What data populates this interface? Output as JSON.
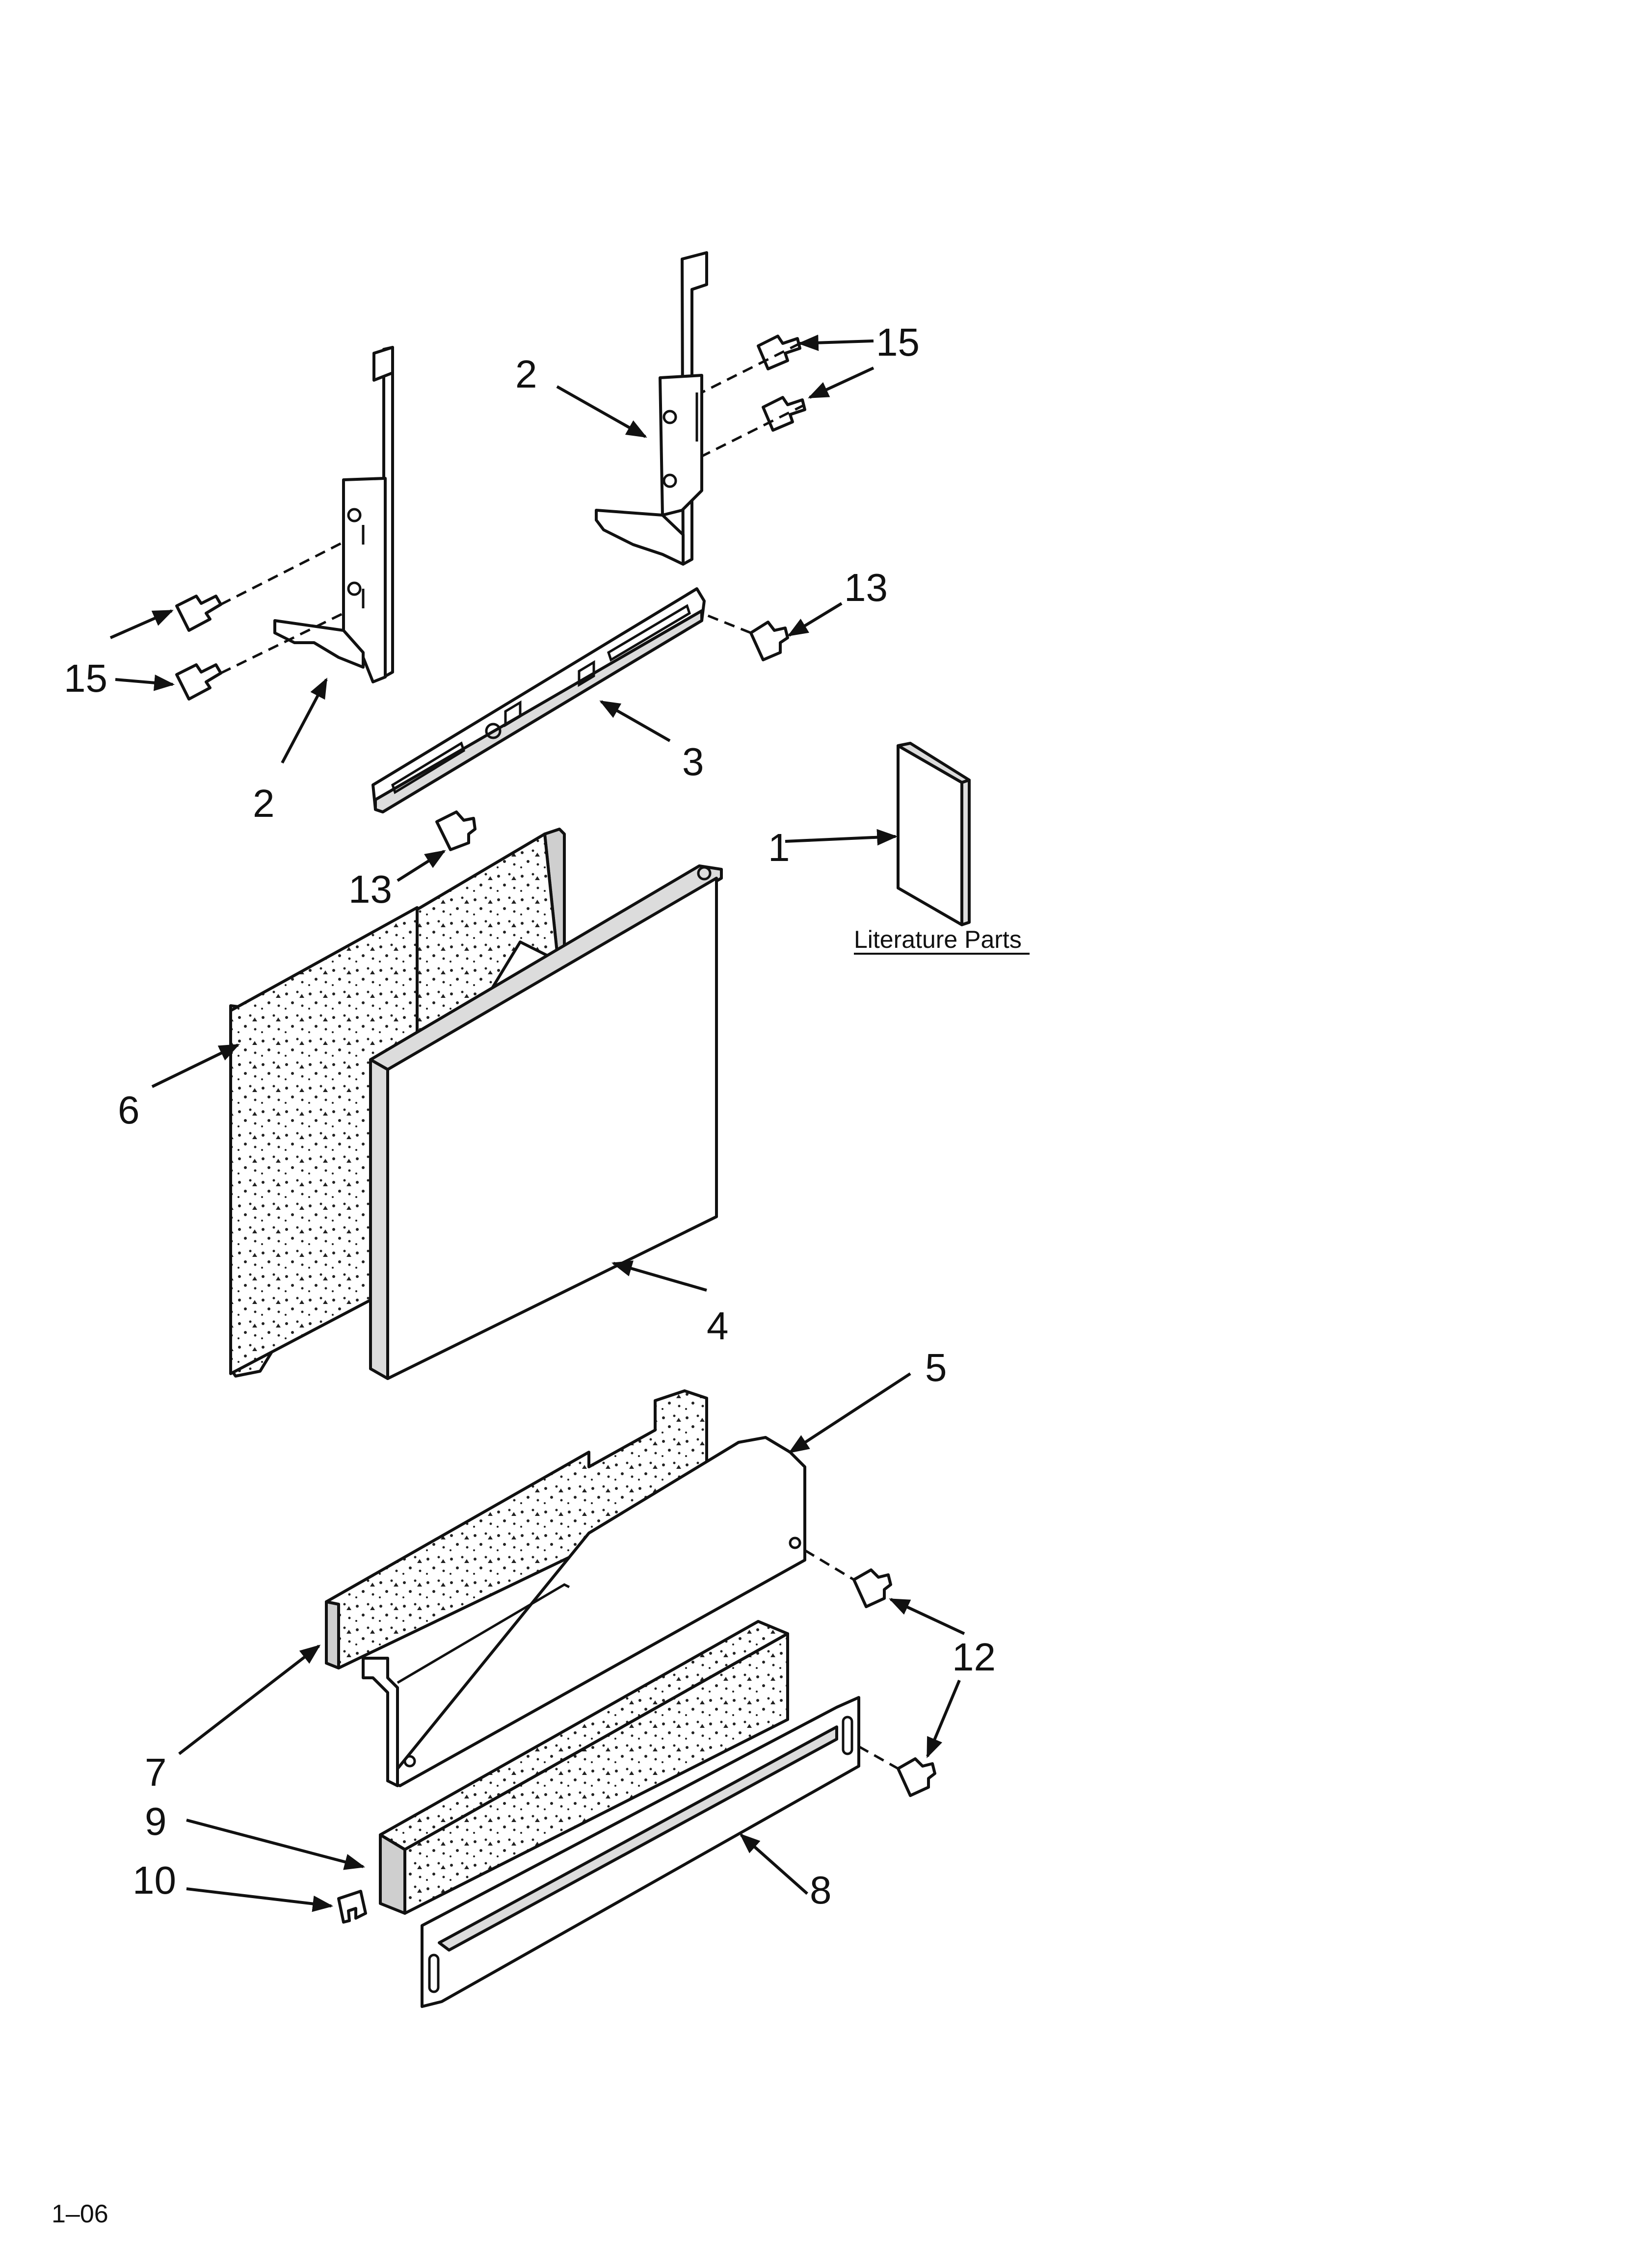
{
  "page_code": "1–06",
  "literature_label": "Literature Parts",
  "callouts": {
    "c1": "1",
    "c2_left": "2",
    "c2_right": "2",
    "c3": "3",
    "c4": "4",
    "c5": "5",
    "c6": "6",
    "c7": "7",
    "c8": "8",
    "c9": "9",
    "c10": "10",
    "c12": "12",
    "c13_upper": "13",
    "c13_lower": "13",
    "c15_left": "15",
    "c15_right": "15"
  }
}
